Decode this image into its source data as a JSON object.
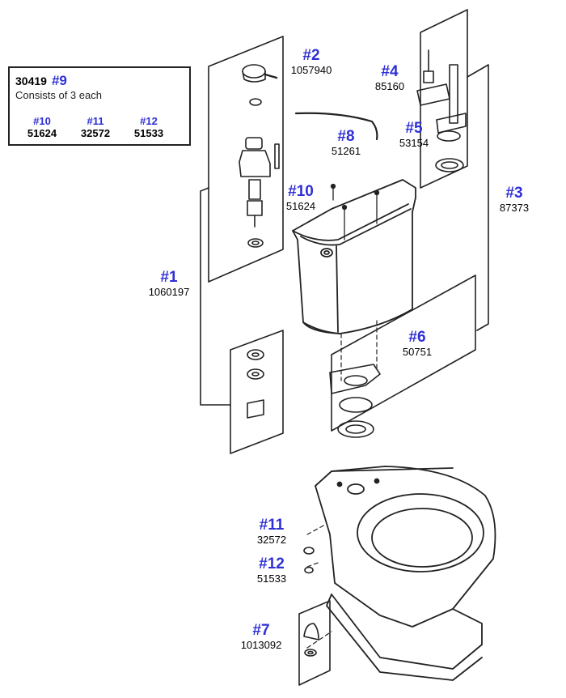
{
  "kit": {
    "code": "30419",
    "number": "#9",
    "note": "Consists of 3 each",
    "items": [
      {
        "number": "#10",
        "part": "51624"
      },
      {
        "number": "#11",
        "part": "32572"
      },
      {
        "number": "#12",
        "part": "51533"
      }
    ]
  },
  "callouts": {
    "c1": {
      "number": "#1",
      "part": "1060197"
    },
    "c2": {
      "number": "#2",
      "part": "1057940"
    },
    "c3": {
      "number": "#3",
      "part": "87373"
    },
    "c4": {
      "number": "#4",
      "part": "85160"
    },
    "c5": {
      "number": "#5",
      "part": "53154"
    },
    "c6": {
      "number": "#6",
      "part": "50751"
    },
    "c7": {
      "number": "#7",
      "part": "1013092"
    },
    "c8": {
      "number": "#8",
      "part": "51261"
    },
    "c10": {
      "number": "#10",
      "part": "51624"
    },
    "c11": {
      "number": "#11",
      "part": "32572"
    },
    "c12": {
      "number": "#12",
      "part": "51533"
    }
  },
  "colors": {
    "callout_number": "#2f2fd6",
    "line": "#222222"
  }
}
